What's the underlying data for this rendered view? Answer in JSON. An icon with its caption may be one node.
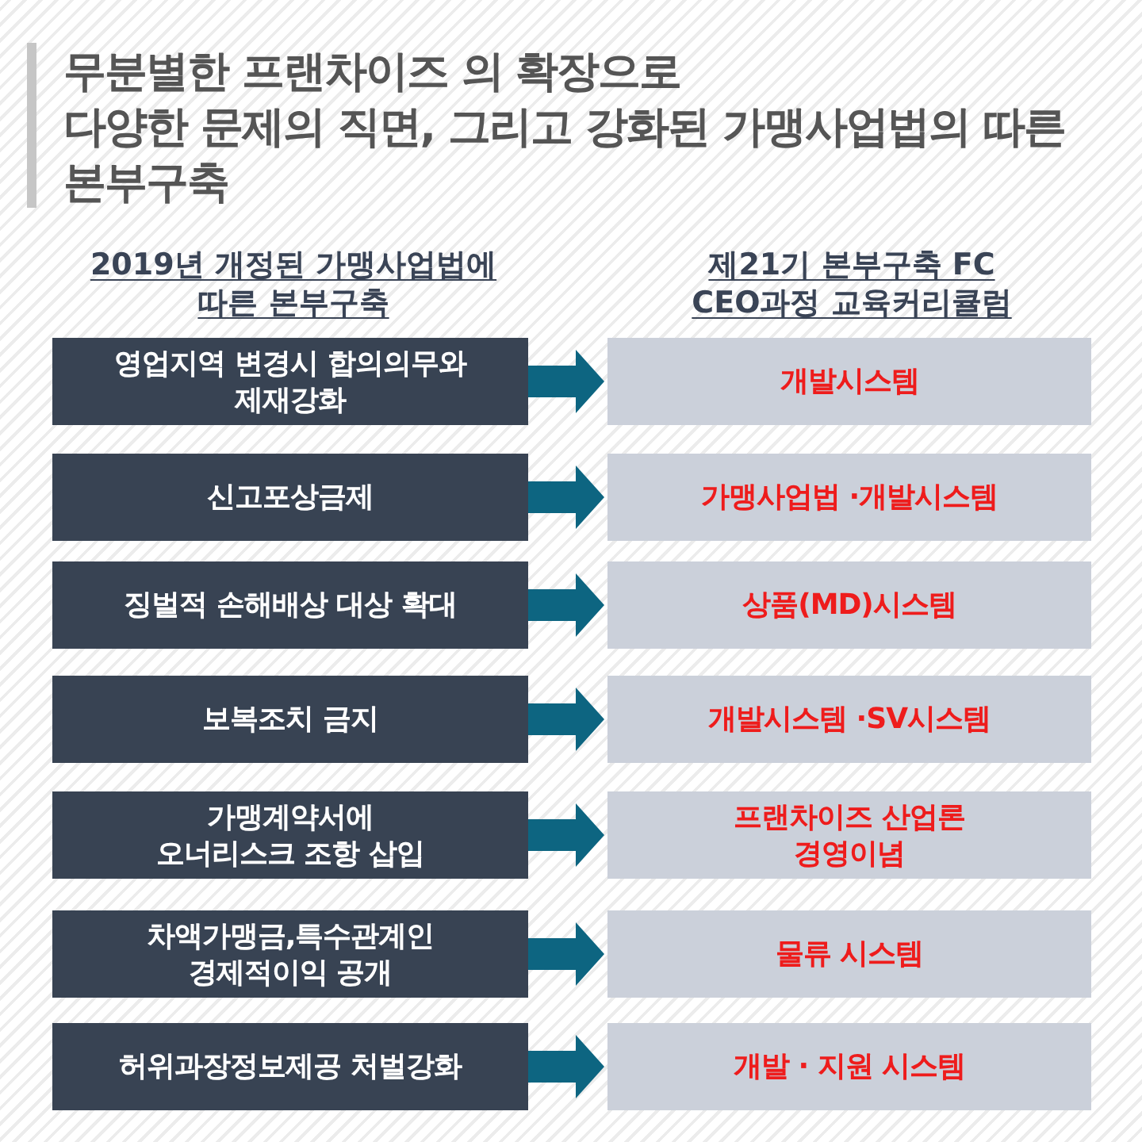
{
  "diagram": {
    "title": "무분별한 프랜차이즈 의 확장으로 다양한 문제의 직면, 그리고 강화된 가맹사업법의 따른 본부구축",
    "nodes": [
      {
        "text": [
          "영업지역 변경시 합의의무와 제재강화"
        ]
      },
      {
        "text": [
          "개발시스템"
        ]
      },
      {
        "text": [
          "신고포상금제"
        ]
      },
      {
        "text": [
          "가맹사업법 ·개발시스템"
        ]
      },
      {
        "text": [
          "징벌적 손해배상 대상 확대"
        ]
      },
      {
        "text": [
          "상품(MD)시스템"
        ]
      },
      {
        "text": [
          "보복조치 금지"
        ]
      },
      {
        "text": [
          "개발시스템 ·SV시스템"
        ]
      },
      {
        "text": [
          "가맹계약서에 오너리스크 조항 삽입"
        ]
      },
      {
        "text": [
          "프랜차이즈 산업론 경영이념"
        ]
      },
      {
        "text": [
          "차액가맹금,특수관계인 경제적이익 공개"
        ]
      },
      {
        "text": [
          "물류 시스템"
        ]
      },
      {
        "text": [
          "허위과장정보제공 처벌강화"
        ]
      },
      {
        "text": [
          "개발 · 지원 시스템"
        ]
      }
    ],
    "edges": [
      {
        "from": 0,
        "to": 1,
        "arrow": "to"
      },
      {
        "from": 2,
        "to": 3,
        "arrow": "to"
      },
      {
        "from": 4,
        "to": 5,
        "arrow": "to"
      },
      {
        "from": 6,
        "to": 7,
        "arrow": "to"
      },
      {
        "from": 8,
        "to": 9,
        "arrow": "to"
      },
      {
        "from": 10,
        "to": 11,
        "arrow": "to"
      },
      {
        "from": 12,
        "to": 13,
        "arrow": "to"
      }
    ],
    "labels": [
      "2019년 개정된 가맹사업법에 따른 본부구축",
      "제21기 본부구축 FC CEO과정 교육커리큘럼"
    ]
  }
}
